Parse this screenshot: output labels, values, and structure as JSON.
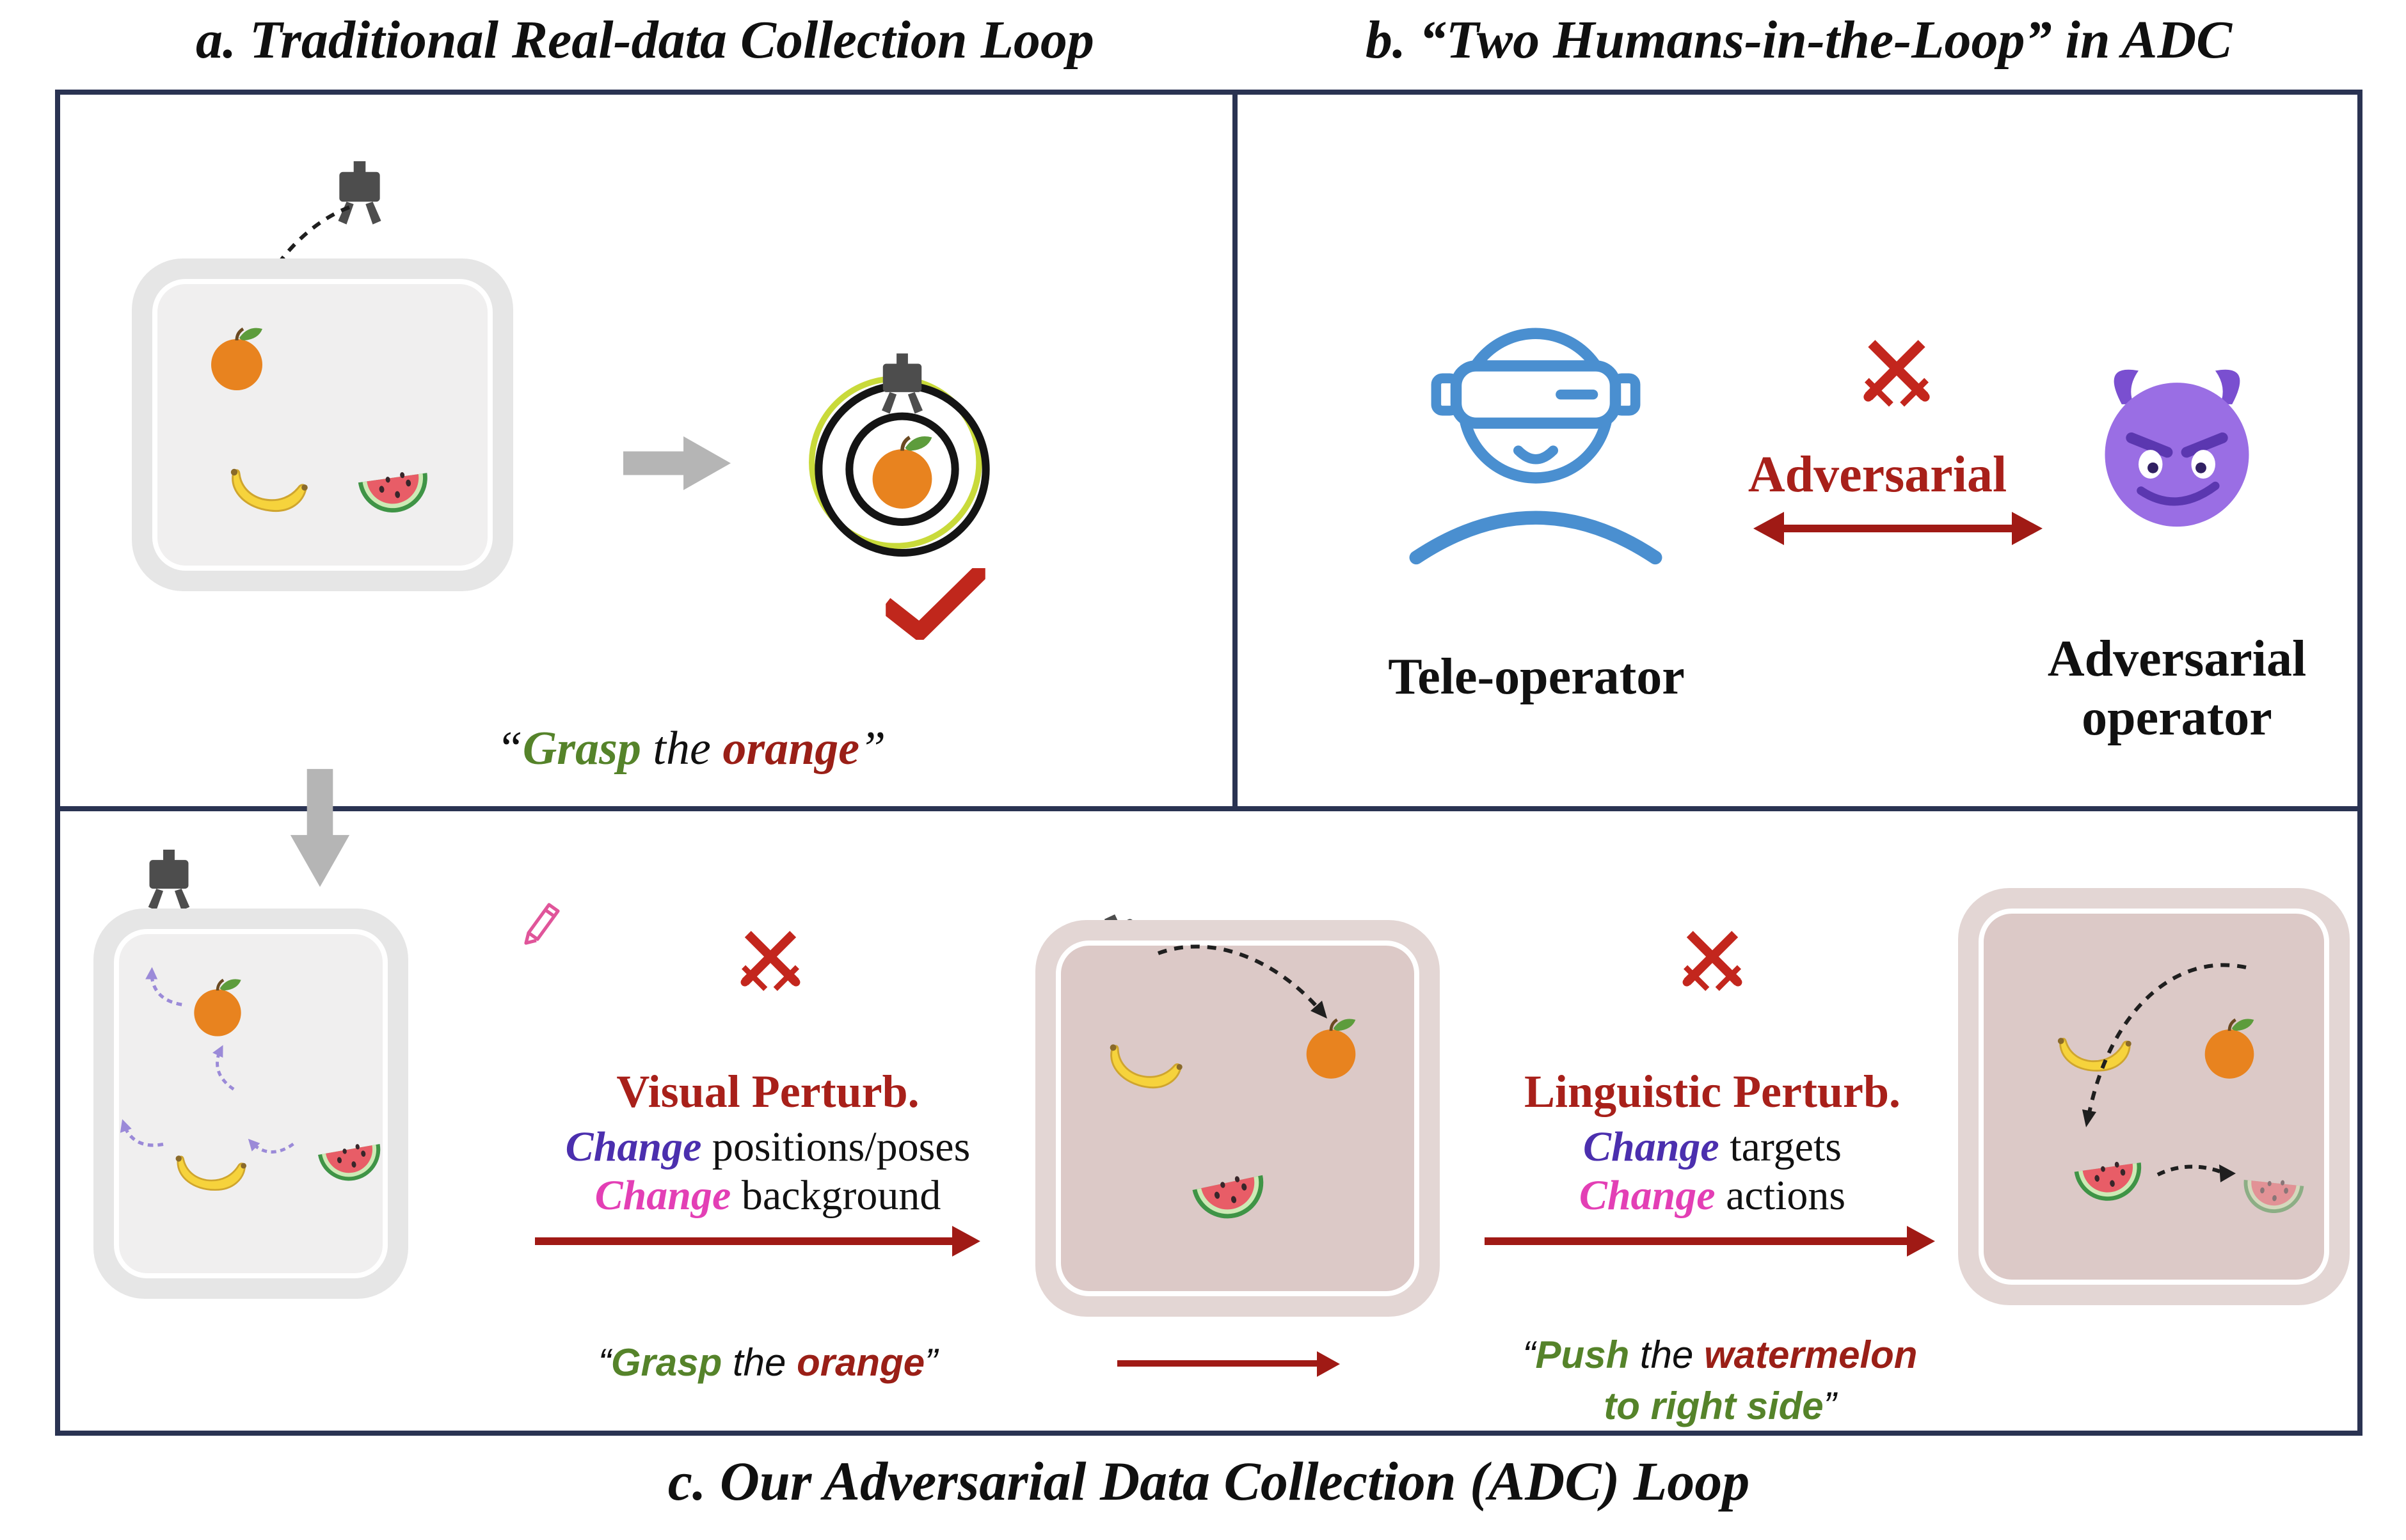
{
  "figure": {
    "panel_a": {
      "title": "a. Traditional Real-data Collection Loop",
      "instruction": {
        "open_quote": "“",
        "verb": "Grasp",
        "middle": " the ",
        "object": "orange",
        "close_quote": "”"
      }
    },
    "panel_b": {
      "title": "b. “Two Humans-in-the-Loop” in ADC",
      "adversarial_label": "Adversarial",
      "teleoperator_label": "Tele-operator",
      "adversarial_operator_line1": "Adversarial",
      "adversarial_operator_line2": "operator"
    },
    "panel_c": {
      "title": "c. Our Adversarial Data Collection (ADC) Loop",
      "visual_perturbation": {
        "heading": "Visual Perturb.",
        "line1_emphasis": "Change",
        "line1_rest": " positions/poses",
        "line2_emphasis": "Change",
        "line2_rest": " background"
      },
      "linguistic_perturbation": {
        "heading": "Linguistic Perturb.",
        "line1_emphasis": "Change",
        "line1_rest": " targets",
        "line2_emphasis": "Change",
        "line2_rest": " actions"
      },
      "instruction_before": {
        "open_quote": "“",
        "verb": "Grasp",
        "middle": " the ",
        "object": "orange",
        "close_quote": "”"
      },
      "instruction_after": {
        "open_quote": "“",
        "verb": "Push",
        "middle": " the ",
        "object": "watermelon",
        "line2": "to right side",
        "close_quote": "”"
      }
    }
  },
  "colors": {
    "frame_border": "#2a3352",
    "accent_red_text": "#a8201a",
    "icon_red": "#c3261d",
    "arrow_red": "#a01a15",
    "verb_green": "#55832a",
    "object_red": "#9a1f17",
    "change_purple": "#4b2fae",
    "change_magenta": "#e33fb5",
    "teleoperator_blue": "#4a8fd0",
    "devil_purple": "#9a6ee4",
    "gray_arrow": "#b5b5b5"
  },
  "icons": {
    "robot_gripper": "dark gray claw gripper",
    "orange": "orange fruit with green leaf",
    "banana": "yellow banana crescent",
    "watermelon": "watermelon slice with seeds",
    "success_target": "concentric circles with orange and gripper",
    "checkmark": "red check mark",
    "crossed_swords": "red crossed swords (adversarial)",
    "vr_teleoperator": "blue line-art person wearing VR headset",
    "devil": "purple grinning devil face",
    "pencil": "pink edit pencil",
    "perturb_arrow": "purple dashed curved arrow",
    "trajectory": "black dashed curved arrow"
  }
}
